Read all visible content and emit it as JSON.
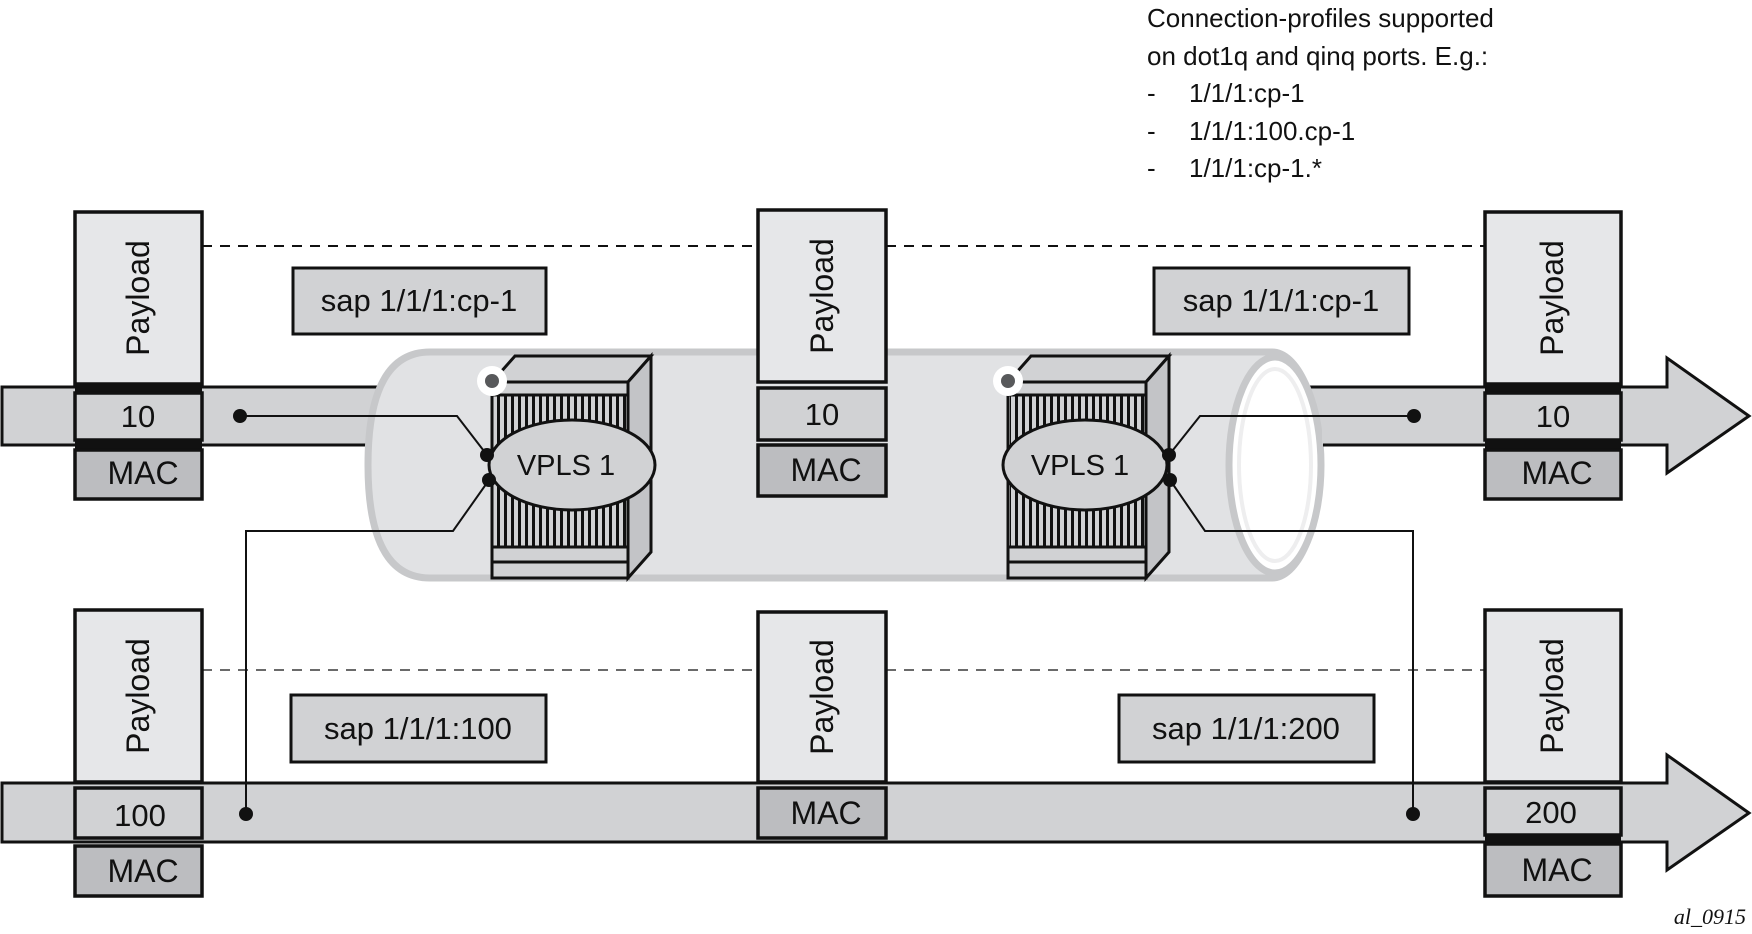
{
  "note": {
    "lines": [
      "Connection-profiles supported",
      "on dot1q and qinq ports. E.g.:"
    ],
    "bullet": "-",
    "examples": [
      "1/1/1:cp-1",
      "1/1/1:100.cp-1",
      "1/1/1:cp-1.*"
    ]
  },
  "figure_id": "al_0915",
  "colors": {
    "payload_fill": "#e6e7e9",
    "tag_fill": "#d1d2d4",
    "mac_fill": "#bcbdc0",
    "band_fill": "#d1d2d4",
    "tube_fill": "#e1e2e4",
    "tube_edge": "#c7c8ca",
    "label_fill": "#d1d2d4",
    "stroke": "#111111"
  },
  "top_row": {
    "left_stack": {
      "payload": "Payload",
      "tag": "10",
      "mac": "MAC"
    },
    "center_stack": {
      "payload": "Payload",
      "tag": "10",
      "mac": "MAC"
    },
    "right_stack": {
      "payload": "Payload",
      "tag": "10",
      "mac": "MAC"
    },
    "left_sap": "sap 1/1/1:cp-1",
    "right_sap": "sap 1/1/1:cp-1"
  },
  "bottom_row": {
    "left_stack": {
      "payload": "Payload",
      "tag": "100",
      "mac": "MAC"
    },
    "center_stack": {
      "payload": "Payload",
      "mac": "MAC"
    },
    "right_stack": {
      "payload": "Payload",
      "tag": "200",
      "mac": "MAC"
    },
    "left_sap": "sap 1/1/1:100",
    "right_sap": "sap 1/1/1:200"
  },
  "routers": {
    "left": {
      "service": "VPLS 1"
    },
    "right": {
      "service": "VPLS 1"
    }
  }
}
